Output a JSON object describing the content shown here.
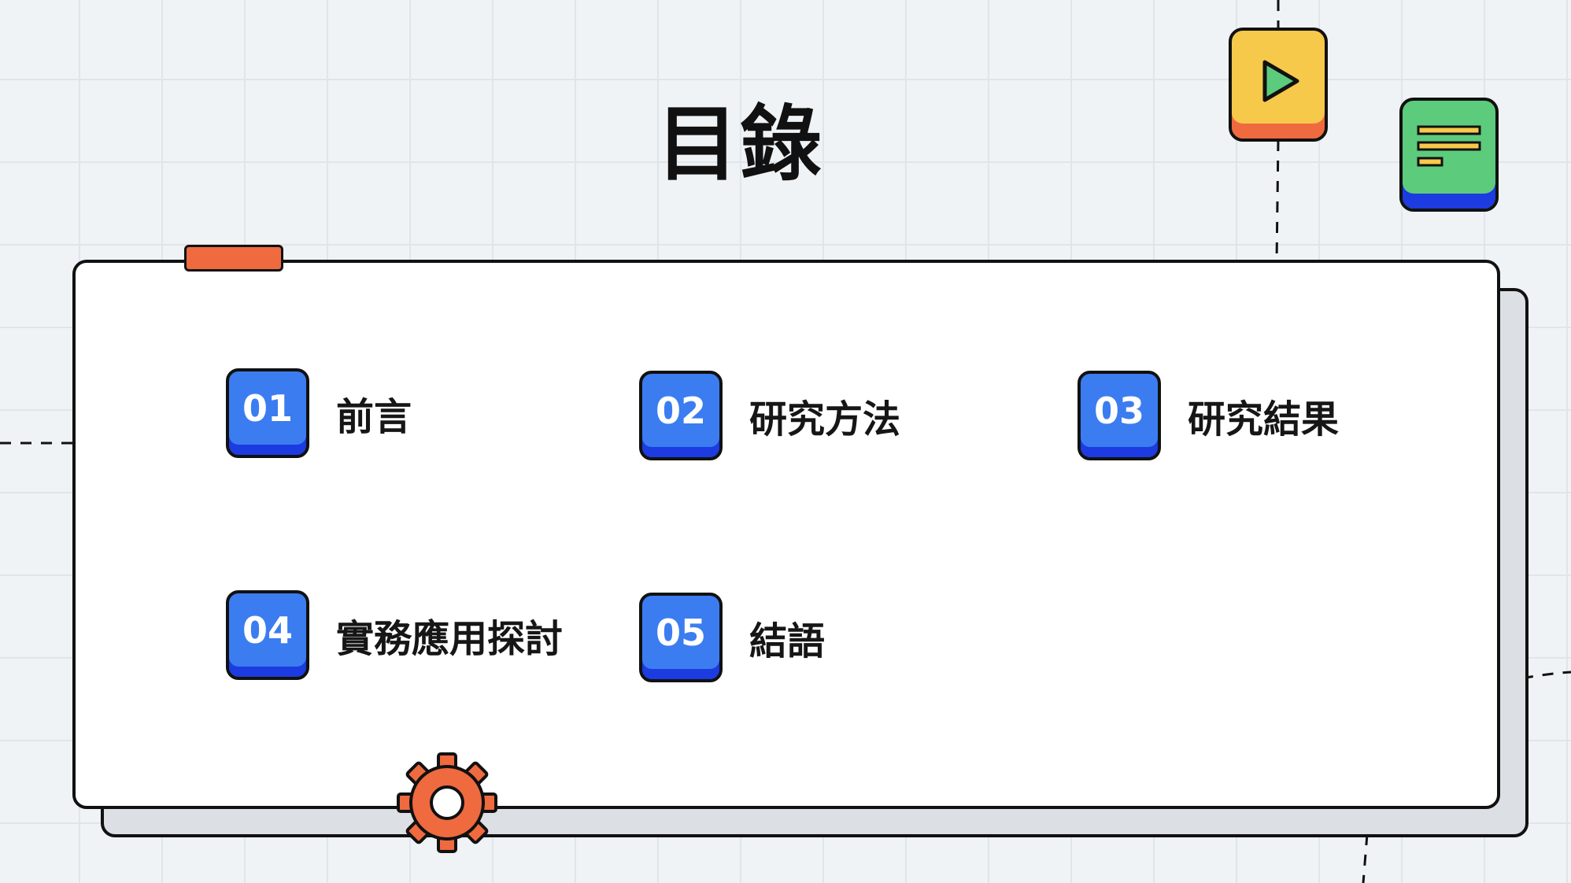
{
  "page": {
    "title": "目錄"
  },
  "toc": {
    "items": [
      {
        "number": "01",
        "label": "前言"
      },
      {
        "number": "02",
        "label": "研究方法"
      },
      {
        "number": "03",
        "label": "研究結果"
      },
      {
        "number": "04",
        "label": "實務應用探討"
      },
      {
        "number": "05",
        "label": "結語"
      }
    ]
  },
  "icons": [
    "play-icon",
    "text-lines-icon",
    "gear-icon"
  ],
  "colors": {
    "background": "#eff3f6",
    "badge_blue": "#3b7df0",
    "badge_shadow": "#1c3be0",
    "accent_orange": "#ef6a3f",
    "accent_yellow": "#f6c94b",
    "accent_green": "#5ccb7c",
    "panel": "#ffffff",
    "panel_shadow": "#dcdfe3"
  }
}
